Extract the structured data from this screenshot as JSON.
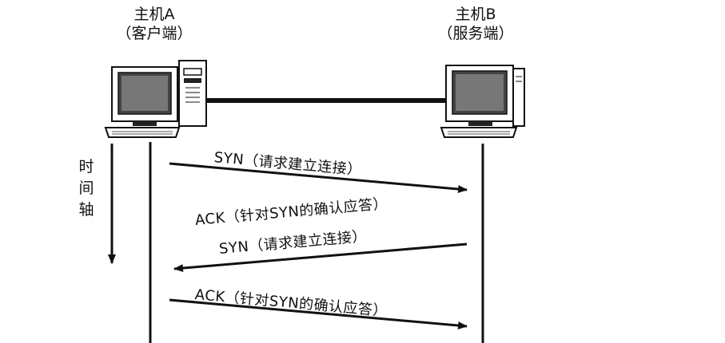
{
  "host_a": {
    "title": "主机A",
    "role": "（客户端）"
  },
  "host_b": {
    "title": "主机B",
    "role": "（服务端）"
  },
  "time_axis": {
    "chars": [
      "时",
      "间",
      "轴"
    ]
  },
  "messages": [
    {
      "label": "SYN（请求建立连接）",
      "direction": "A→B"
    },
    {
      "label": "ACK（针对SYN的确认应答）",
      "direction": "B→A"
    },
    {
      "label": "SYN（请求建立连接）",
      "direction": "B→A"
    },
    {
      "label": "ACK（针对SYN的确认应答）",
      "direction": "A→B"
    }
  ]
}
